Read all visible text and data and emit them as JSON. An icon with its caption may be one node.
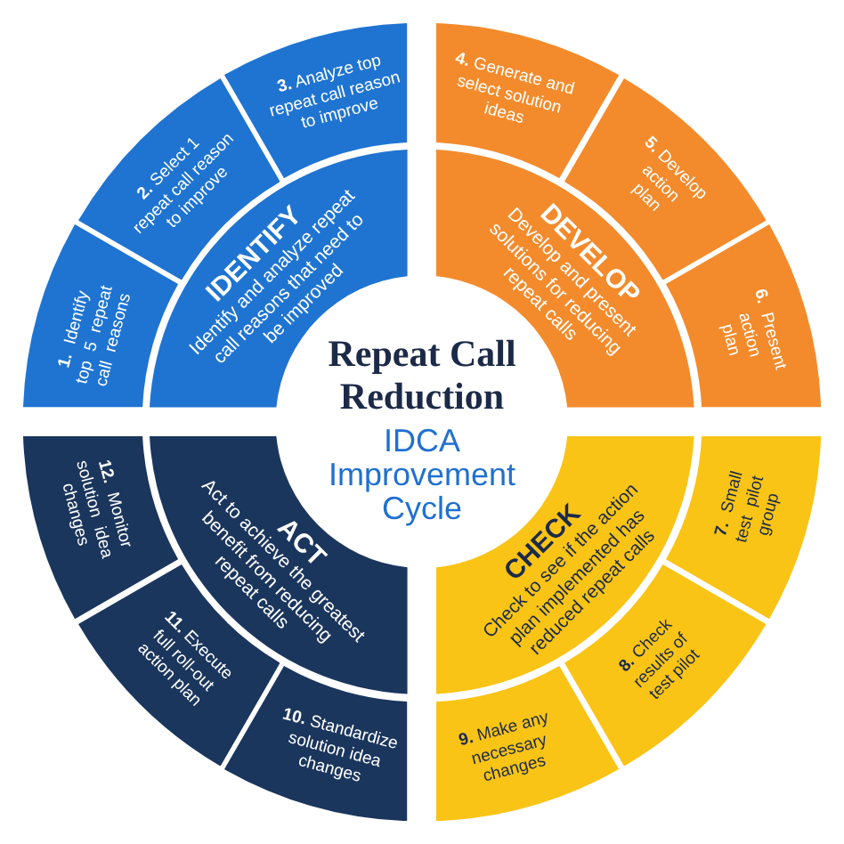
{
  "diagram": {
    "title": "Repeat Call Reduction",
    "nodes": [
      {
        "text": [
          "IDENTIFY",
          "Identify and analyze repeat call reasons that need to be improved"
        ]
      },
      {
        "text": [
          "**1.** Identify top 5 repeat call reasons"
        ]
      },
      {
        "text": [
          "**2.** Select 1 repeat call reason to improve"
        ]
      },
      {
        "text": [
          "**3.** Analyze top repeat call reason to improve"
        ]
      },
      {
        "text": [
          "DEVELOP",
          "Develop and present solutions for reducing repeat calls"
        ]
      },
      {
        "text": [
          "**4.** Generate and select solution ideas"
        ]
      },
      {
        "text": [
          "**5.** Develop action plan"
        ]
      },
      {
        "text": [
          "**6.** Present action plan"
        ]
      },
      {
        "text": [
          "CHECK",
          "Check to see if the action plan implemented has reduced repeat calls"
        ]
      },
      {
        "text": [
          "**7.** Small test pilot group"
        ]
      },
      {
        "text": [
          "**8.** Check results of test pilot"
        ]
      },
      {
        "text": [
          "**9.** Make any necessary changes"
        ]
      },
      {
        "text": [
          "ACT",
          "Act to achieve the greatest benefit from reducing repeat calls"
        ]
      },
      {
        "text": [
          "**10.** Standardize solution idea changes"
        ]
      },
      {
        "text": [
          "**11.** Execute full roll-out action plan"
        ]
      },
      {
        "text": [
          "**12.** Monitor solution idea changes"
        ]
      }
    ],
    "labels": [
      "IDCA Improvement Cycle"
    ]
  }
}
